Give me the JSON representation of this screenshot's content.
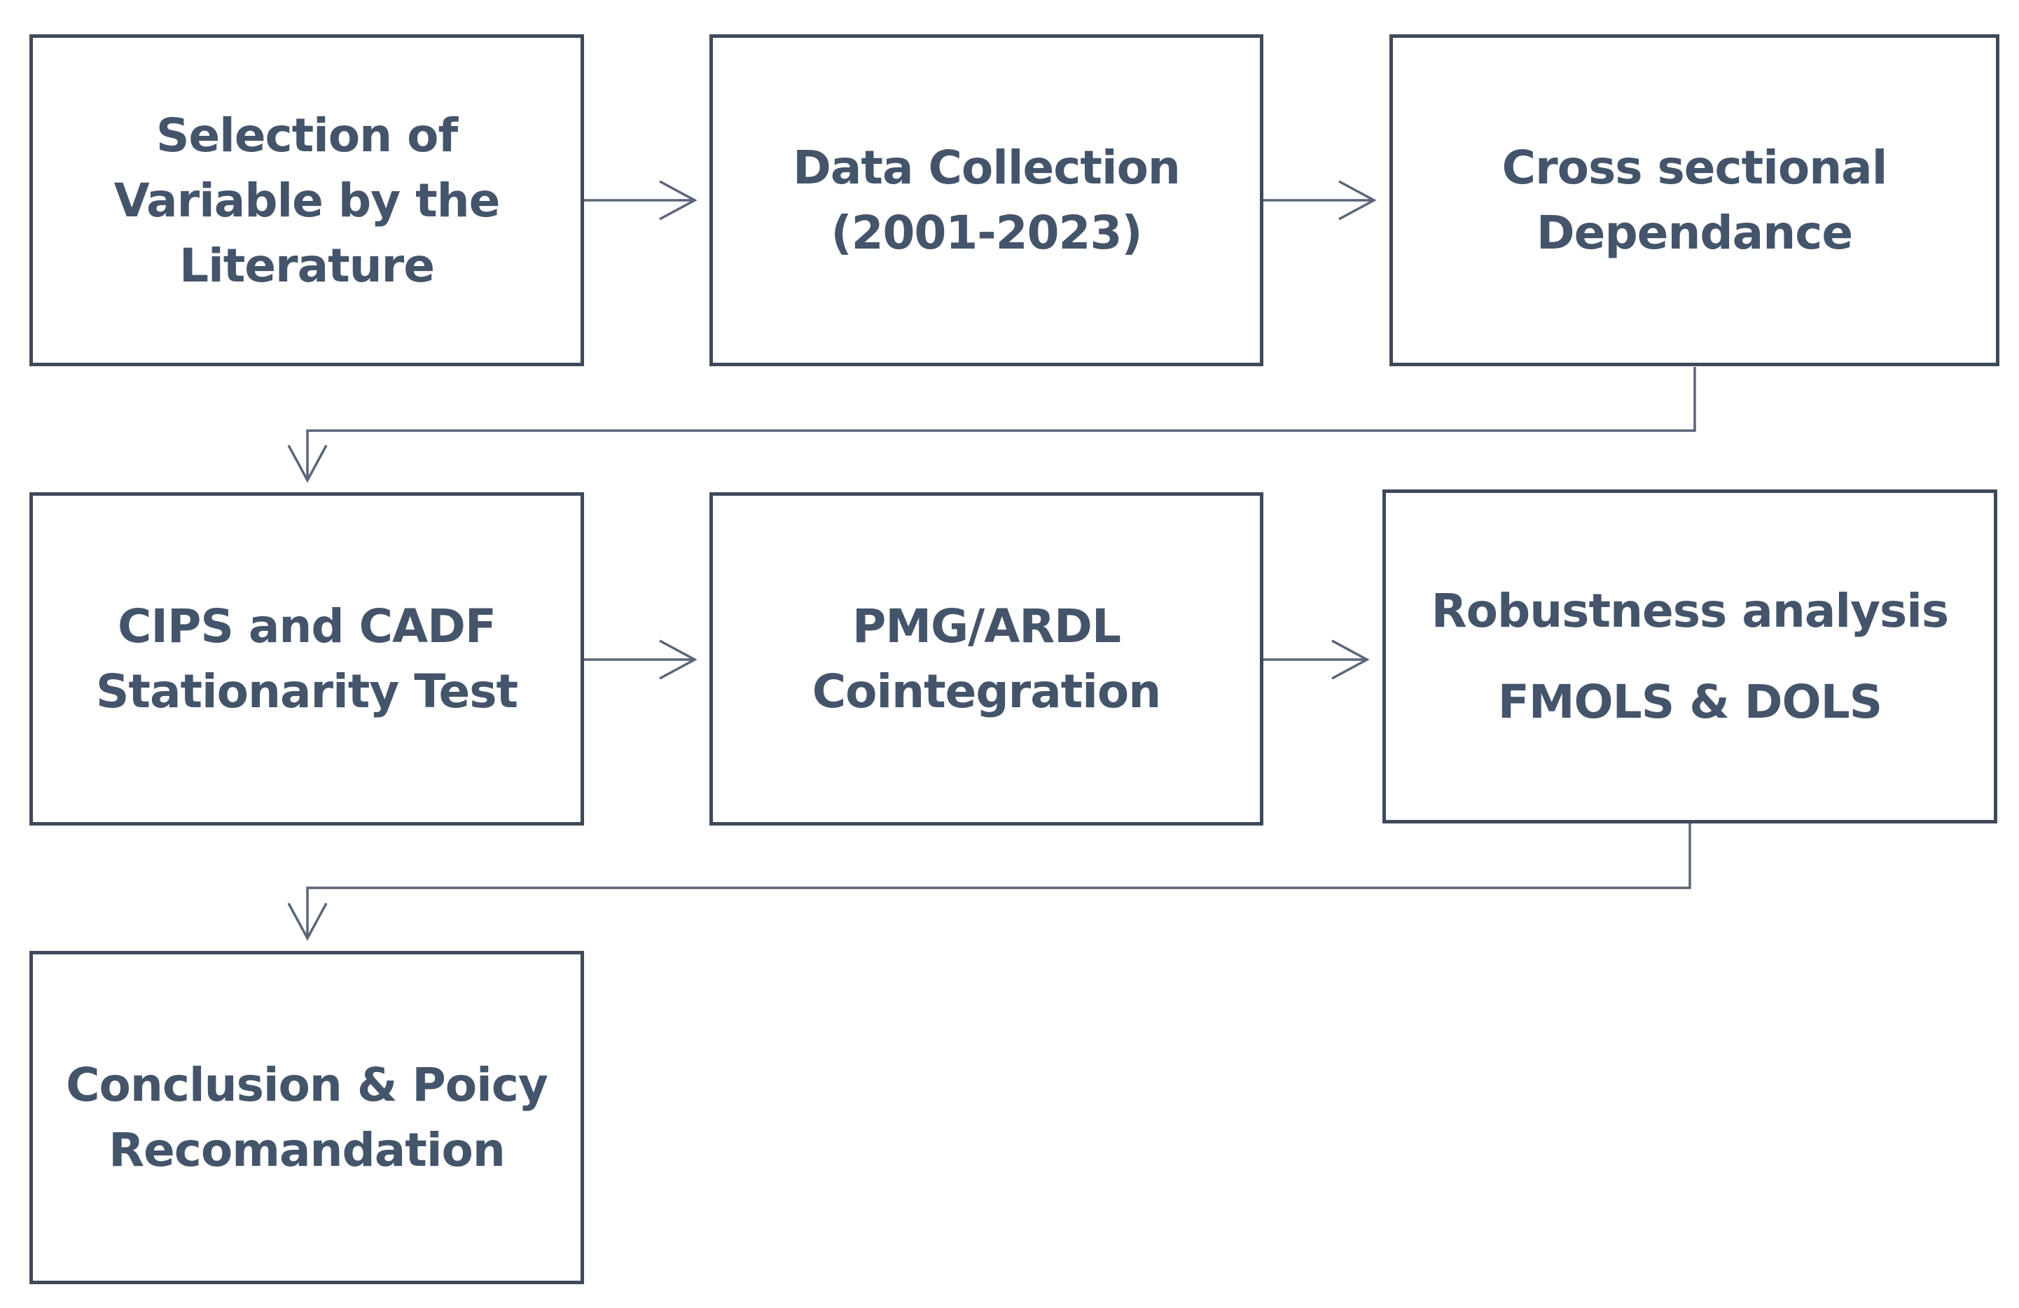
{
  "colors": {
    "box_border": "#3e4a5b",
    "text": "#44546a",
    "connector": "#5a6678",
    "background": "#ffffff"
  },
  "steps": [
    {
      "id": "selection-of-variable",
      "lines": [
        "Selection of",
        "Variable by the",
        "Literature"
      ]
    },
    {
      "id": "data-collection",
      "lines": [
        "Data Collection",
        "(2001-2023)"
      ]
    },
    {
      "id": "cross-sectional-dependance",
      "lines": [
        "Cross sectional",
        "Dependance"
      ]
    },
    {
      "id": "cips-cadf-stationarity-test",
      "lines": [
        "CIPS and CADF",
        "Stationarity Test"
      ]
    },
    {
      "id": "pmg-ardl-cointegration",
      "lines": [
        "PMG/ARDL",
        "Cointegration"
      ]
    },
    {
      "id": "robustness-analysis",
      "lines": [
        "Robustness analysis",
        "FMOLS & DOLS"
      ]
    },
    {
      "id": "conclusion-policy-recommendation",
      "lines": [
        "Conclusion & Poicy",
        "Recomandation"
      ]
    }
  ],
  "flow": [
    [
      "selection-of-variable",
      "data-collection"
    ],
    [
      "data-collection",
      "cross-sectional-dependance"
    ],
    [
      "cross-sectional-dependance",
      "cips-cadf-stationarity-test"
    ],
    [
      "cips-cadf-stationarity-test",
      "pmg-ardl-cointegration"
    ],
    [
      "pmg-ardl-cointegration",
      "robustness-analysis"
    ],
    [
      "robustness-analysis",
      "conclusion-policy-recommendation"
    ]
  ]
}
